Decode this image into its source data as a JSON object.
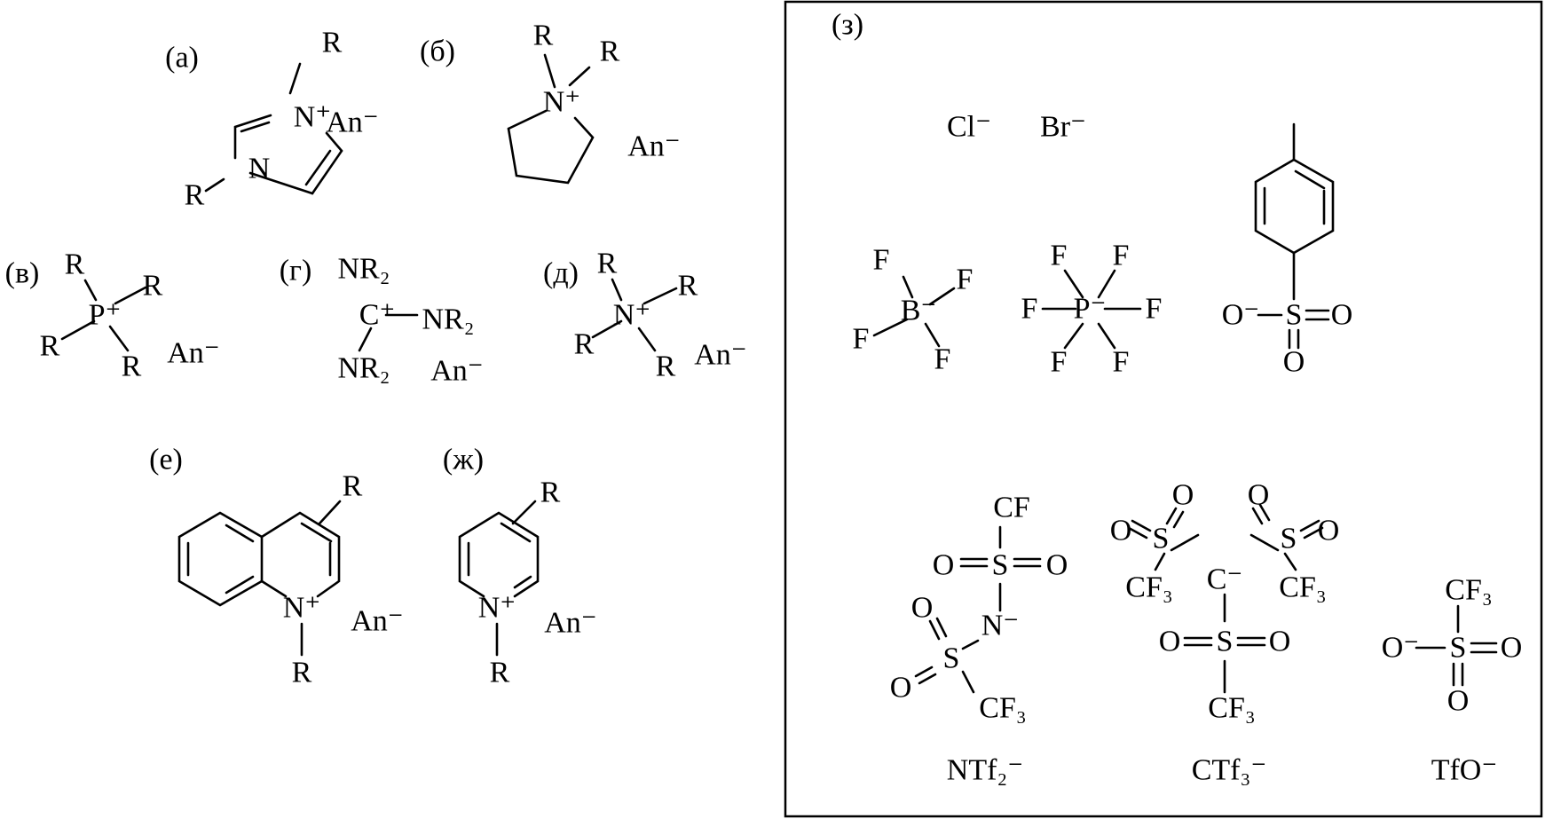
{
  "a": {
    "label": "(а)",
    "atoms": [
      "N⁺",
      "R",
      "N",
      "R"
    ],
    "anion": "An⁻"
  },
  "b": {
    "label": "(б)",
    "atoms": [
      "N⁺",
      "R",
      "R"
    ],
    "anion": "An⁻"
  },
  "v": {
    "label": "(в)",
    "atoms": [
      "P⁺",
      "R",
      "R",
      "R",
      "R"
    ],
    "anion": "An⁻"
  },
  "g": {
    "label": "(г)",
    "atoms": [
      "C⁺",
      "NR₂",
      "NR₂",
      "NR₂"
    ],
    "anion": "An⁻"
  },
  "d": {
    "label": "(д)",
    "atoms": [
      "N⁺",
      "R",
      "R",
      "R",
      "R"
    ],
    "anion": "An⁻"
  },
  "e": {
    "label": "(е)",
    "atoms": [
      "N⁺",
      "R",
      "R"
    ],
    "anion": "An⁻"
  },
  "zh": {
    "label": "(ж)",
    "atoms": [
      "N⁺",
      "R",
      "R"
    ],
    "anion": "An⁻"
  },
  "z": {
    "label": "(з)",
    "halides": [
      "Cl⁻",
      "Br⁻"
    ],
    "bf4": [
      "B⁻",
      "F",
      "F",
      "F",
      "F"
    ],
    "pf6": [
      "P⁻",
      "F",
      "F",
      "F",
      "F",
      "F",
      "F"
    ],
    "tos": [
      "S",
      "O⁻",
      "O",
      "O"
    ],
    "ntf2": {
      "atoms": [
        "CF",
        "O",
        "S",
        "O",
        "N⁻",
        "O",
        "S",
        "O",
        "CF₃"
      ],
      "name": "NTf₂⁻"
    },
    "ctf3": {
      "atoms": [
        "C⁻",
        "O",
        "O",
        "S",
        "CF₃",
        "O",
        "O",
        "S",
        "CF₃",
        "O",
        "S",
        "O",
        "CF₃"
      ],
      "name": "CTf₃⁻"
    },
    "tfo": {
      "atoms": [
        "CF₃",
        "O⁻",
        "S",
        "O",
        "O"
      ],
      "name": "TfO⁻"
    }
  }
}
